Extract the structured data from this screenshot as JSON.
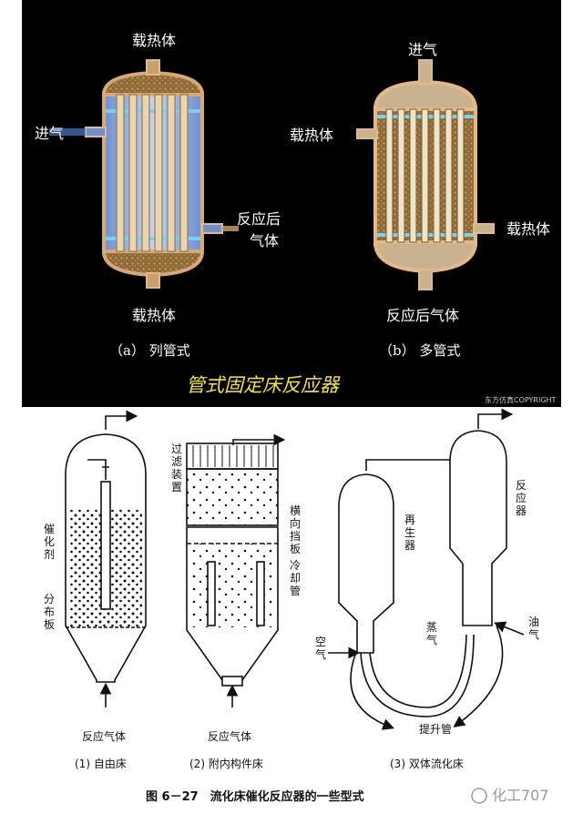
{
  "top": {
    "a": {
      "heat_top": "载热体",
      "inlet": "进气",
      "outlet": "反应后",
      "outlet2": "气体",
      "heat_bottom": "载热体",
      "caption": "（a） 列管式"
    },
    "b": {
      "inlet": "进气",
      "heat_left": "载热体",
      "heat_right": "载热体",
      "outlet": "反应后气体",
      "caption": "（b） 多管式"
    },
    "title": "管式固定床反应器",
    "watermark": "东方仿真COPYRIGHT"
  },
  "bottom": {
    "r1": {
      "catalyst": [
        "催",
        "化",
        "剂"
      ],
      "distributor": [
        "分",
        "布",
        "板"
      ],
      "gas_in": "反应气体",
      "caption": "(1) 自由床"
    },
    "r2": {
      "filter": [
        "过",
        "滤",
        "装",
        "置"
      ],
      "baffle": [
        "横",
        "向",
        "挡",
        "板"
      ],
      "cooling": [
        "冷",
        "却",
        "管"
      ],
      "gas_in": "反应气体",
      "caption": "(2) 附内构件床"
    },
    "r3": {
      "regenerator": [
        "再",
        "生",
        "器"
      ],
      "reactor": [
        "反",
        "应",
        "器"
      ],
      "air": [
        "空",
        "气"
      ],
      "steam": [
        "蒸",
        "气"
      ],
      "oil": [
        "油",
        "气"
      ],
      "riser": "提升管",
      "caption": "(3) 双体流化床"
    },
    "figure_caption": "图 6－27　流化床催化反应器的一些型式",
    "account": "化工707"
  }
}
